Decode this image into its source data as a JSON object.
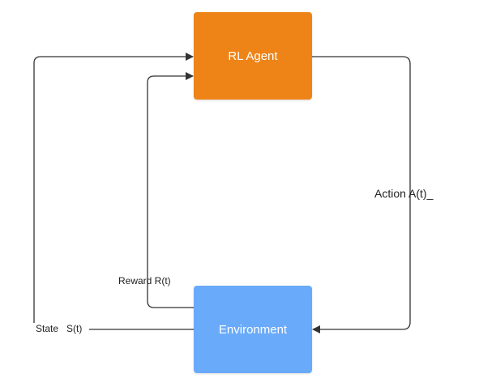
{
  "diagram": {
    "nodes": {
      "agent": {
        "label": "RL Agent",
        "color": "#ee8418"
      },
      "environment": {
        "label": "Environment",
        "color": "#6aaafb"
      }
    },
    "edges": {
      "action": {
        "label": "Action A(t)_"
      },
      "reward": {
        "label": "Reward R(t)"
      },
      "state": {
        "label": "State   S(t)"
      }
    },
    "edge_color": "#333333"
  }
}
